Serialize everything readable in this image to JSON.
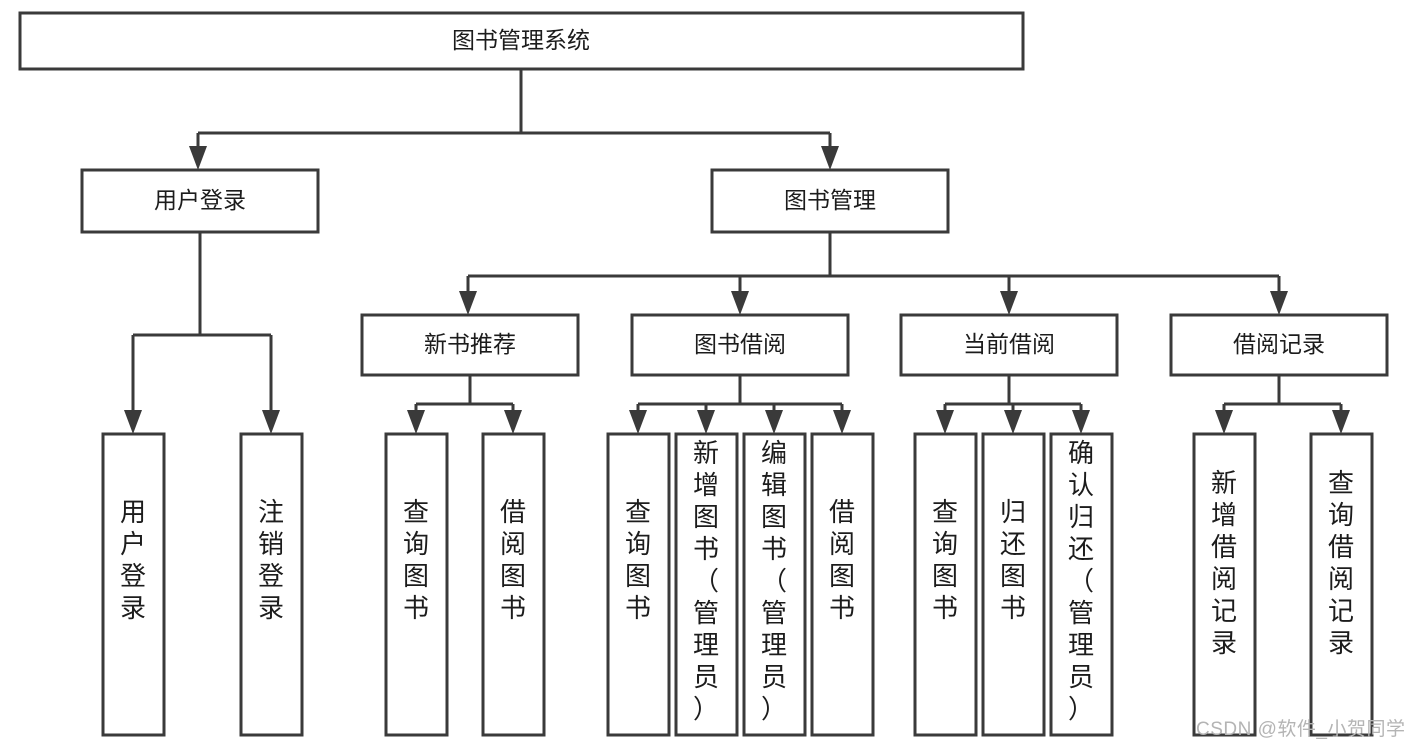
{
  "diagram": {
    "type": "tree-hierarchy",
    "title": "图书管理系统",
    "orientation": "top-down",
    "colors": {
      "box_border": "#3a3a3a",
      "box_fill": "#ffffff",
      "connector": "#3a3a3a",
      "text": "#1c1c1c",
      "watermark": "#b4b4b4",
      "background": "#ffffff"
    },
    "root": {
      "id": "root",
      "label": "图书管理系统"
    },
    "level1": [
      {
        "id": "user-login",
        "label": "用户登录"
      },
      {
        "id": "book-management",
        "label": "图书管理"
      }
    ],
    "level2": [
      {
        "id": "new-book-recommend",
        "label": "新书推荐",
        "parent": "book-management"
      },
      {
        "id": "book-borrow",
        "label": "图书借阅",
        "parent": "book-management"
      },
      {
        "id": "current-borrow",
        "label": "当前借阅",
        "parent": "book-management"
      },
      {
        "id": "borrow-records",
        "label": "借阅记录",
        "parent": "book-management"
      }
    ],
    "leaves": [
      {
        "id": "leaf-user-login",
        "label": "用户登录",
        "parent": "user-login"
      },
      {
        "id": "leaf-logout",
        "label": "注销登录",
        "parent": "user-login"
      },
      {
        "id": "leaf-query-book-1",
        "label": "查询图书",
        "parent": "new-book-recommend"
      },
      {
        "id": "leaf-borrow-book-1",
        "label": "借阅图书",
        "parent": "new-book-recommend"
      },
      {
        "id": "leaf-query-book-2",
        "label": "查询图书",
        "parent": "book-borrow"
      },
      {
        "id": "leaf-add-book",
        "label": "新增图书（管理员）",
        "parent": "book-borrow"
      },
      {
        "id": "leaf-edit-book",
        "label": "编辑图书（管理员）",
        "parent": "book-borrow"
      },
      {
        "id": "leaf-borrow-book-2",
        "label": "借阅图书",
        "parent": "book-borrow"
      },
      {
        "id": "leaf-query-book-3",
        "label": "查询图书",
        "parent": "current-borrow"
      },
      {
        "id": "leaf-return-book",
        "label": "归还图书",
        "parent": "current-borrow"
      },
      {
        "id": "leaf-confirm-return",
        "label": "确认归还（管理员）",
        "parent": "current-borrow"
      },
      {
        "id": "leaf-add-record",
        "label": "新增借阅记录",
        "parent": "borrow-records"
      },
      {
        "id": "leaf-query-record",
        "label": "查询借阅记录",
        "parent": "borrow-records"
      }
    ]
  },
  "watermark": {
    "text": "CSDN @软件_小贺同学"
  }
}
